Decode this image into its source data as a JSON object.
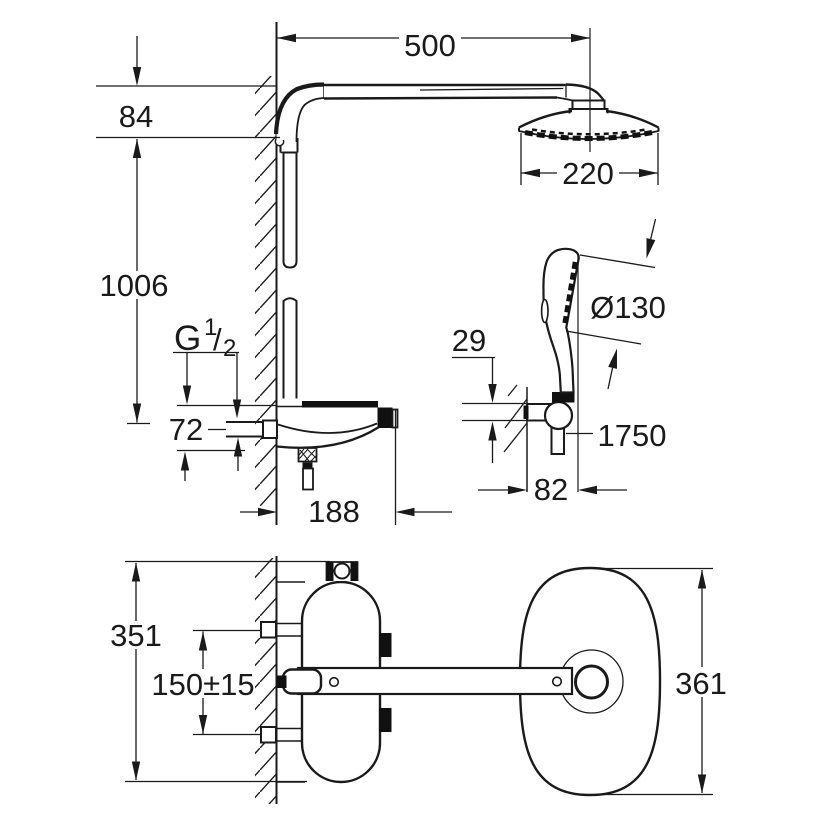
{
  "drawing": {
    "kind": "technical-dimension-drawing",
    "subject": "thermostatic shower system with head shower and hand shower",
    "background_color": "#ffffff",
    "line_color": "#1a1a1a",
    "dims": {
      "d500": "500",
      "d84": "84",
      "d1006": "1006",
      "d220": "220",
      "d130": "Ø130",
      "d29": "29",
      "d72": "72",
      "d1750": "1750",
      "d82": "82",
      "d188": "188",
      "d351": "351",
      "d150": "150±15",
      "d361": "361"
    },
    "thread": {
      "g": "G",
      "num": "1",
      "slash": "/",
      "den": "2"
    }
  }
}
